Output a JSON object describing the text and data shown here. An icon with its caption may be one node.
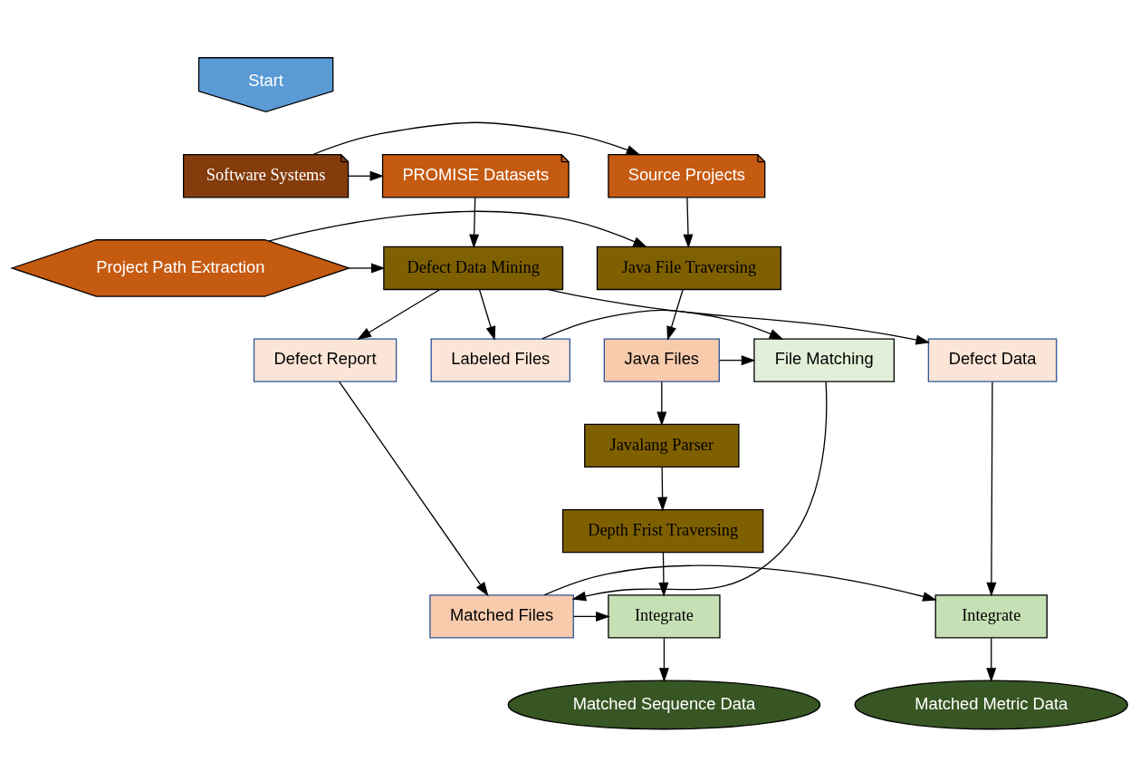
{
  "diagram": {
    "nodes": [
      {
        "text": [
          "Start"
        ]
      },
      {
        "text": [
          "Source Projects"
        ]
      },
      {
        "text": [
          "Software Systems"
        ]
      },
      {
        "text": [
          "PROMISE Datasets"
        ]
      },
      {
        "text": [
          "Java File Traversing"
        ]
      },
      {
        "text": [
          "Project Path Extraction"
        ]
      },
      {
        "text": [
          "Defect Data Mining"
        ]
      },
      {
        "text": [
          "Java Files"
        ]
      },
      {
        "text": [
          "File Matching"
        ]
      },
      {
        "text": [
          "Labeled Files"
        ]
      },
      {
        "text": [
          "Defect Report"
        ]
      },
      {
        "text": [
          "Defect Data"
        ]
      },
      {
        "text": [
          "Javalang Parser"
        ]
      },
      {
        "text": [
          "Depth Frist Traversing"
        ]
      },
      {
        "text": [
          "Integrate"
        ]
      },
      {
        "text": [
          "Matched Files"
        ]
      },
      {
        "text": [
          "Integrate"
        ]
      },
      {
        "text": [
          "Matched Sequence Data"
        ]
      },
      {
        "text": [
          "Matched Metric Data"
        ]
      }
    ],
    "edges": [
      {
        "from": 2,
        "to": 1,
        "arrow": "to"
      },
      {
        "from": 2,
        "to": 3,
        "arrow": "to"
      },
      {
        "from": 1,
        "to": 4,
        "arrow": "to"
      },
      {
        "from": 5,
        "to": 4,
        "arrow": "to"
      },
      {
        "from": 5,
        "to": 6,
        "arrow": "to"
      },
      {
        "from": 3,
        "to": 6,
        "arrow": "to"
      },
      {
        "from": 6,
        "to": 9,
        "arrow": "to"
      },
      {
        "from": 6,
        "to": 10,
        "arrow": "to"
      },
      {
        "from": 6,
        "to": 11,
        "arrow": "to"
      },
      {
        "from": 4,
        "to": 7,
        "arrow": "to"
      },
      {
        "from": 7,
        "to": 8,
        "arrow": "to"
      },
      {
        "from": 9,
        "to": 8,
        "arrow": "to"
      },
      {
        "from": 7,
        "to": 12,
        "arrow": "to"
      },
      {
        "from": 12,
        "to": 13,
        "arrow": "to"
      },
      {
        "from": 13,
        "to": 14,
        "arrow": "to"
      },
      {
        "from": 8,
        "to": 15,
        "arrow": "to"
      },
      {
        "from": 10,
        "to": 15,
        "arrow": "to"
      },
      {
        "from": 15,
        "to": 14,
        "arrow": "to"
      },
      {
        "from": 15,
        "to": 16,
        "arrow": "to"
      },
      {
        "from": 11,
        "to": 16,
        "arrow": "to"
      },
      {
        "from": 14,
        "to": 17,
        "arrow": "to"
      },
      {
        "from": 16,
        "to": 18,
        "arrow": "to"
      }
    ]
  }
}
